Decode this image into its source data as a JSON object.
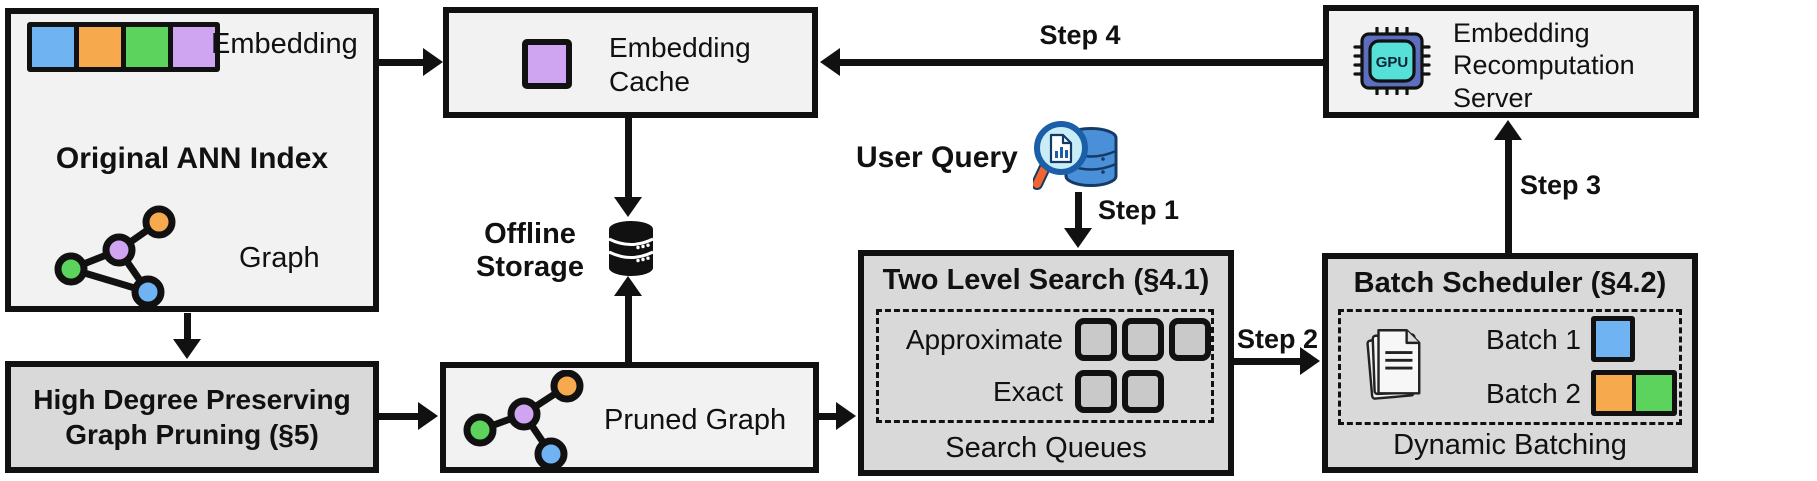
{
  "diagram": {
    "original_index": {
      "embedding_label": "Embedding",
      "title": "Original ANN Index",
      "graph_label": "Graph",
      "embedding_cells": [
        "blue",
        "orange",
        "green",
        "purple"
      ]
    },
    "embedding_cache": {
      "label": "Embedding Cache"
    },
    "recomputation_server": {
      "label": "Embedding Recomputation Server",
      "gpu_label": "GPU"
    },
    "offline_storage": {
      "label": "Offline Storage"
    },
    "user_query": {
      "label": "User Query"
    },
    "two_level_search": {
      "title": "Two Level Search (§4.1)",
      "approximate_label": "Approximate",
      "approximate_slots": 3,
      "exact_label": "Exact",
      "exact_slots": 2,
      "caption": "Search Queues"
    },
    "batch_scheduler": {
      "title": "Batch Scheduler (§4.2)",
      "batch1_label": "Batch 1",
      "batch1_colors": [
        "blue"
      ],
      "batch2_label": "Batch 2",
      "batch2_colors": [
        "orange",
        "green"
      ],
      "caption": "Dynamic Batching"
    },
    "graph_pruning": {
      "label": "High Degree Preserving Graph Pruning (§5)"
    },
    "pruned_graph": {
      "label": "Pruned Graph"
    }
  },
  "steps": {
    "step1": "Step 1",
    "step2": "Step 2",
    "step3": "Step 3",
    "step4": "Step 4"
  },
  "colors": {
    "blue": "#6FB3F3",
    "orange": "#F7A94E",
    "green": "#5CD35C",
    "purple": "#CFA5F1",
    "box_light": "#F2F2F2",
    "box_gray": "#D9D9D9",
    "slot_gray": "#C9C9C9",
    "outline": "#111111",
    "gpu_body": "#5B6FBF",
    "gpu_screen": "#55E0D8",
    "db_blue": "#4A90D9",
    "db_outline": "#163A66",
    "lens_fill": "#C9EDF7",
    "lens_rim": "#1B5FA8",
    "handle_orange": "#F26430"
  }
}
